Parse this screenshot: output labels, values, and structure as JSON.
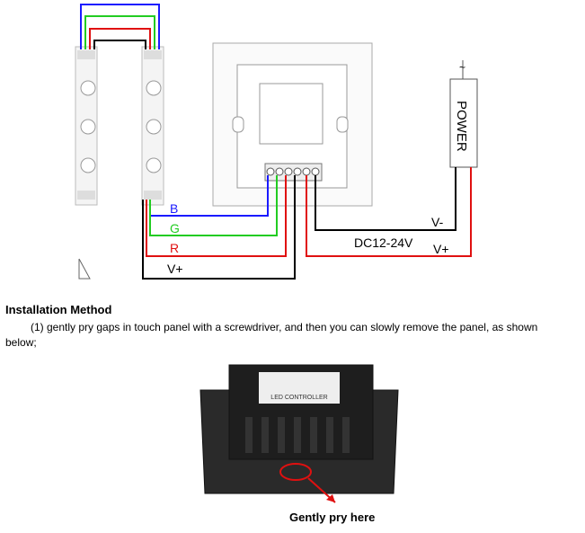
{
  "wiring": {
    "labels": {
      "b": "B",
      "g": "G",
      "r": "R",
      "vplus_strip": "V+",
      "vminus": "V-",
      "vplus_power": "V+",
      "voltage": "DC12-24V"
    },
    "power_label": "POWER",
    "power_symbol": "~",
    "colors": {
      "blue": "#1a1aff",
      "green": "#22cc22",
      "red": "#e01010",
      "black": "#000000"
    }
  },
  "install": {
    "heading": "Installation Method",
    "step1": "(1) gently pry gaps in touch panel with a screwdriver, and then you can slowly remove the panel, as shown below;",
    "caption": "Gently pry here",
    "device_label": "LED CONTROLLER"
  }
}
